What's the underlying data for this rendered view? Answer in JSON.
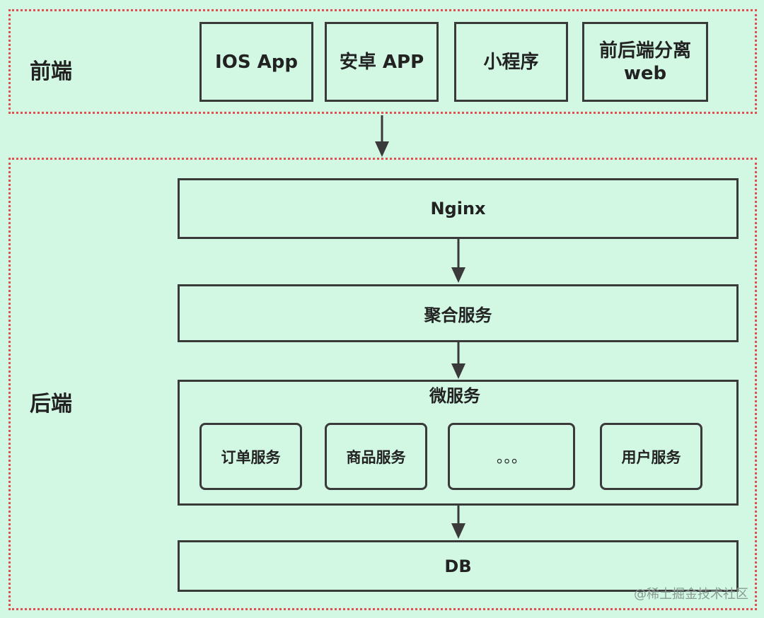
{
  "frontend": {
    "label": "前端",
    "clients": [
      "IOS App",
      "安卓 APP",
      "小程序",
      "前后端分离\nweb"
    ]
  },
  "backend": {
    "label": "后端",
    "nginx": "Nginx",
    "aggregate": "聚合服务",
    "microservices": {
      "title": "微服务",
      "services": [
        "订单服务",
        "商品服务",
        "。。。",
        "用户服务"
      ]
    },
    "db": "DB"
  },
  "watermark": "@稀土掘金技术社区",
  "colors": {
    "background": "#d2f8e4",
    "border": "#3a3a3a",
    "region_border": "#e05050"
  }
}
